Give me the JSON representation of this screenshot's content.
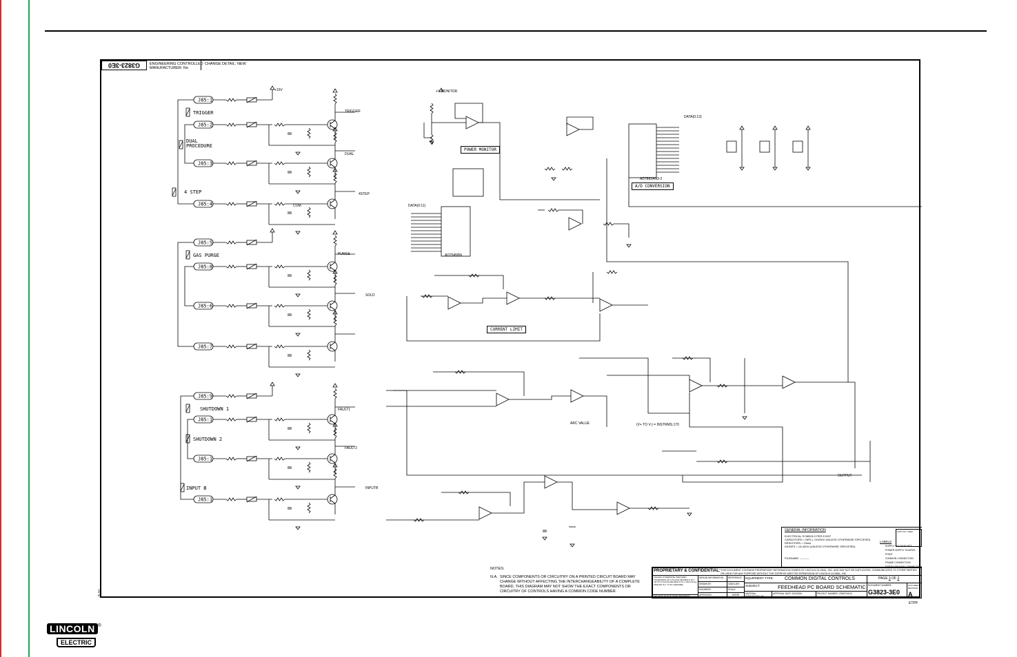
{
  "header": {
    "drawing_number_mirrored": "G3823-3E0",
    "engineering_controlled": "ENGINEERING CONTROLLED",
    "manufacturer": "MANUFACTURER:  No",
    "change_detail": "CHANGE DETAIL:  NEW"
  },
  "inputs": {
    "connectors": [
      "J85:1",
      "J85:2",
      "J85:3",
      "J85:4",
      "J85:5",
      "J85:8",
      "J85:6",
      "J85:7",
      "J85:9",
      "J85:1",
      "J85:1",
      "J85:1"
    ],
    "switches": [
      "TRIGGER",
      "DUAL",
      "PROCEDURE",
      "4 STEP",
      "GAS PURGE",
      "SHUTDOWN 1",
      "SHUTDOWN 2",
      "INPUT B"
    ],
    "supply": "+15V",
    "common": "COM",
    "signals": [
      "TRIGGER",
      "DUAL",
      "4STEP",
      "PURGE",
      "SOLD",
      "FAULT1",
      "FAULT2",
      "INPUTB"
    ]
  },
  "blocks": {
    "power_monitor": "POWER MONITOR",
    "ad_conversion": "A/D CONVERSION",
    "current_limit": "CURRENT LIMIT",
    "arc_value": "ARC VALUE",
    "formula": "(V+ TO V-) = INSTRMS.170",
    "plus_v_monitor": "+V MONITOR",
    "data_bus_a": "DATA(0:13)",
    "data_bus_b": "DATA(0:11)",
    "ad_chip": "AD7892AN3-2",
    "dac_chip": "AD7545BN",
    "output": "OUTPUT"
  },
  "notes": {
    "heading": "NOTES:",
    "marker": "N.A.",
    "lines": [
      "SINCE COMPONENTS OR CIRCUITRY ON A PRINTED CIRCUIT BOARD MAY",
      "CHANGE WITHOUT AFFECTING THE INTERCHANGEABILITY OF A COMPLETE",
      "BOARD, THIS DIAGRAM MAY NOT SHOW THE EXACT COMPONENTS OR",
      "CIRCUITRY OF CONTROLS HAVING A COMMON CODE NUMBER."
    ]
  },
  "general_info": {
    "title": "GENERAL INFORMATION",
    "lines": [
      "ELECTRICAL SYMBOLS PER E1537",
      "CAPACITORS = MFD ( .022/50V UNLESS OTHERWISE SPECIFIED)",
      "RESISTORS = Ohms",
      "DIODES = 1A,400V (UNLESS OTHERWISE SPECIFIED)"
    ],
    "filename": "FILENAME: ----------",
    "last_no_used": "LAST NO. USED",
    "labels_title": "LABELS",
    "labels": [
      "SUPPLY VOLTAGE NET",
      "POWER SUPPLY SOURCE POINT",
      "COMMON CONNECTION",
      "FRAME CONNECTION",
      "EARTH GROUND CONNECTION"
    ]
  },
  "title_block": {
    "proprietary": "PROPRIETARY & CONFIDENTIAL:",
    "proprietary_text": "THIS DOCUMENT CONTAINS PROPRIETARY INFORMATION OWNED BY LINCOLN GLOBAL, INC. AND MAY NOT BE DUPLICATED, COMMUNICATED TO OTHER PARTIES OR USED FOR ANY PURPOSE WITHOUT THE EXPRESS WRITTEN PERMISSION OF LINCOLN GLOBAL, INC.",
    "tolerance_text": "UNLESS OTHERWISE SPECIFIED TOLERANCE ON 2 PLACE DECIMALS IS ± .02 ON 3 PLACE DECIMALS IS ± .002 ON ALL ANGLES IS ± .5 OF A DEGREE",
    "do_not_scale": "DO NOT SCALE THIS DRAWING",
    "design_information": "DESIGN INFORMATION",
    "drawn_by": "DRAWN BY:",
    "engineer": "ENGINEER:",
    "approved": "APPROVED:",
    "reference_label": "REFERENCE:",
    "reference": "G3823-2E0",
    "scale_label": "SCALE:",
    "scale": "NONE",
    "equipment_type_label": "EQUIPMENT TYPE:",
    "equipment_type": "COMMON DIGITAL CONTROLS",
    "subject_label": "SUBJECT:",
    "subject": "FEEDHEAD PC BOARD SCHEMATIC",
    "material_label": "MATERIAL DISPOSITION:",
    "material": "NA",
    "approval_label": "APPROVAL DATE:",
    "approval_date": "9/15/2006",
    "project_label": "PROJECT NUMBER:",
    "project": "CRM37943-B",
    "page_label": "PAGE",
    "page": "3",
    "of_label": "OF",
    "pages": "3",
    "document_number_label": "DOCUMENT NUMBER:",
    "document_number": "G3823-3E0",
    "revision_label": "DOCUMENT REVISION:",
    "revision": "A"
  },
  "footer": {
    "code": "ETPP",
    "page_ref": "8-10",
    "logo_top": "LINCOLN",
    "logo_bottom": "ELECTRIC"
  }
}
